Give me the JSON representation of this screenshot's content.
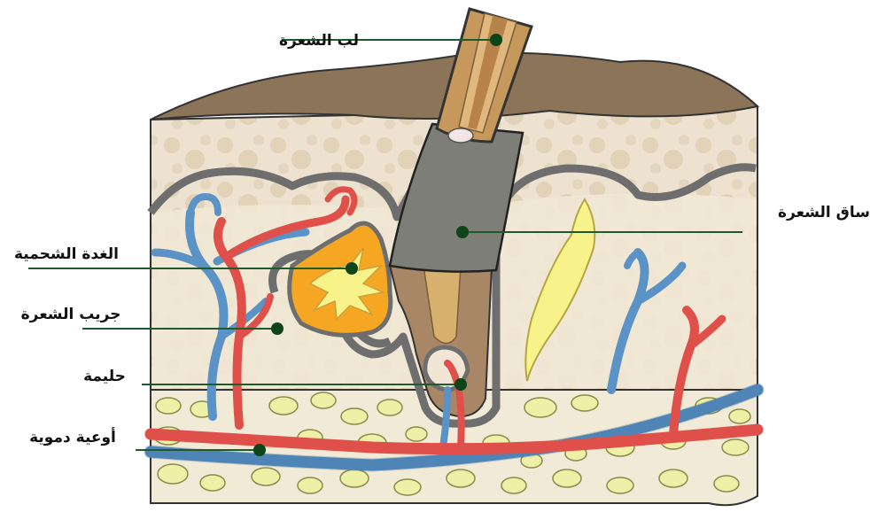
{
  "labels": {
    "hair_medulla": "لب الشعرة",
    "hair_shaft": "ساق الشعرة",
    "sebaceous_gland": "الغدة الشحمية",
    "hair_follicle": "جريب الشعرة",
    "papilla": "حليمة",
    "blood_vessels": "أوعية دموية"
  },
  "colors": {
    "epidermis": "#8b7458",
    "dermis": "#ede3d2",
    "subcutis_bg": "#f2ecd9",
    "fat_cell": "#eef0a8",
    "artery": "#e0504b",
    "vein": "#5b93c6",
    "gland_orange": "#f5a623",
    "gland_yellow": "#f8f28a",
    "shaft_gray": "#7e7e78",
    "hair_brown": "#c7985c",
    "leader_line": "#1f5a2a",
    "marker": "#0d4418"
  }
}
